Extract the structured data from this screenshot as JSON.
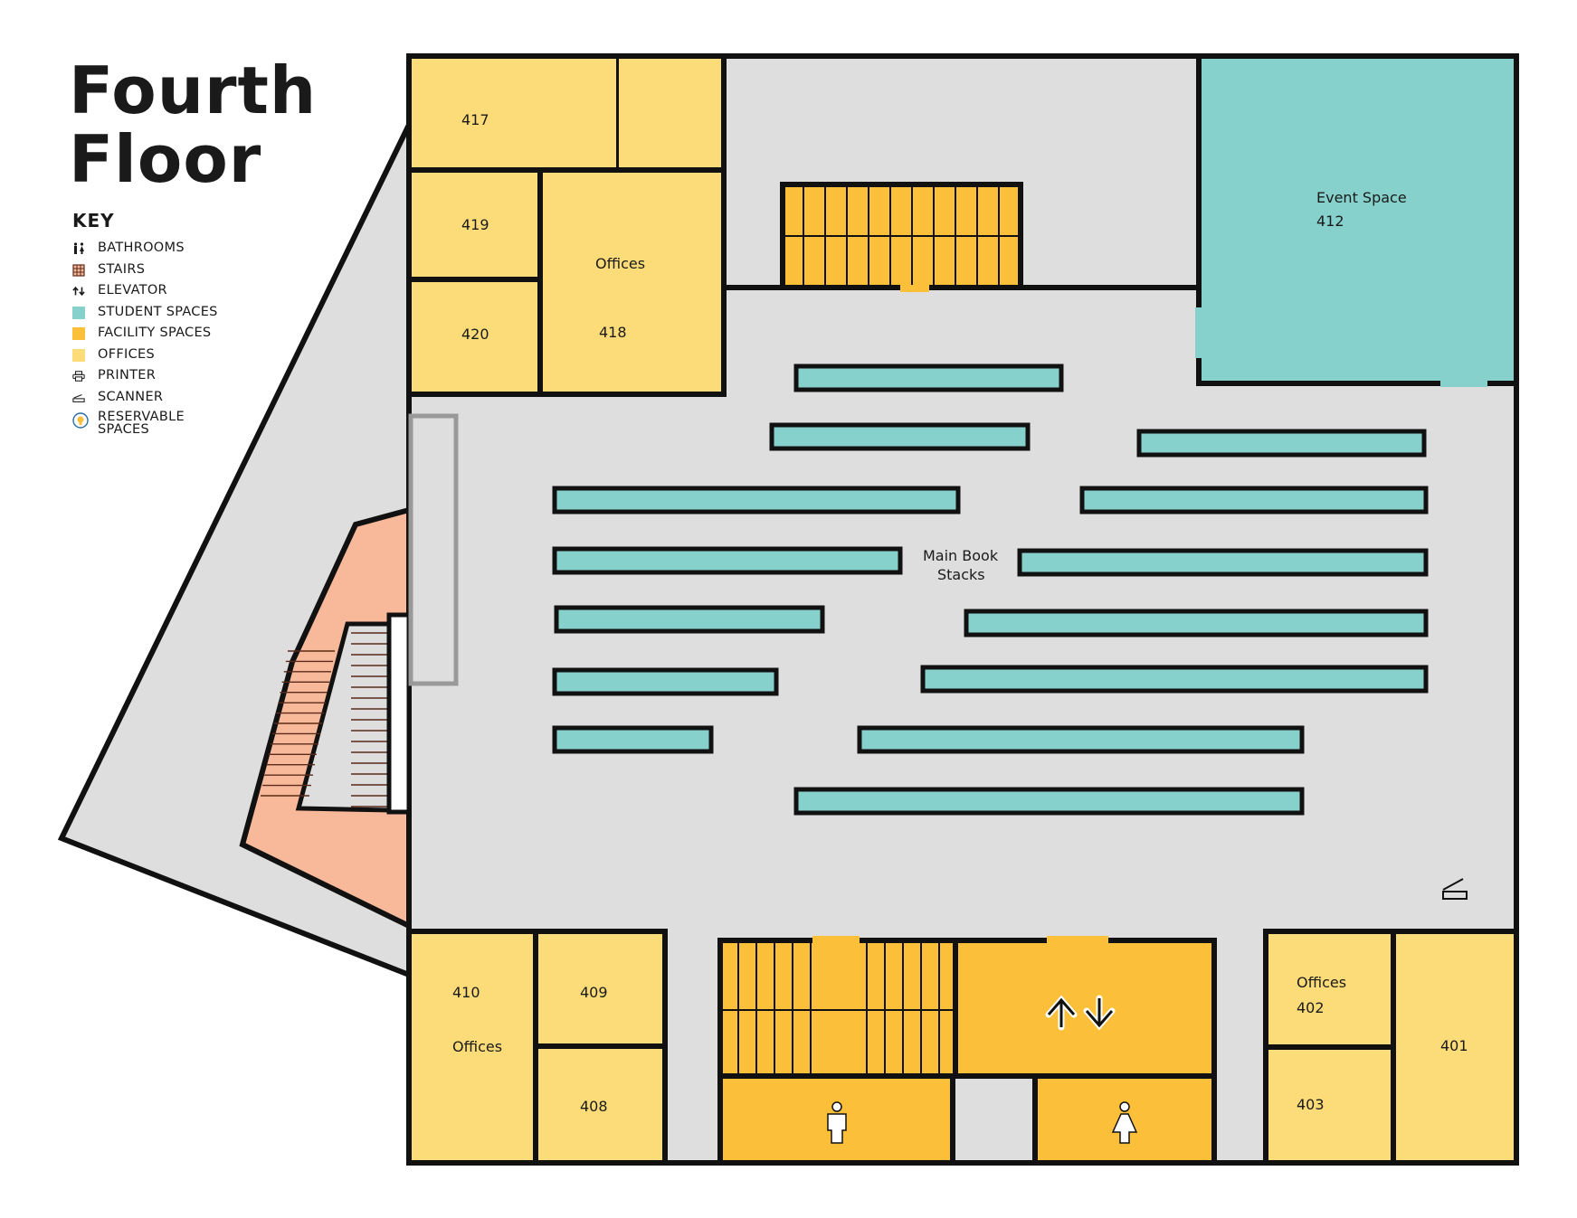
{
  "title": {
    "line1": "Fourth",
    "line2": "Floor"
  },
  "legend": {
    "title": "KEY",
    "items": [
      {
        "label": "BATHROOMS",
        "icon": "bathrooms-icon"
      },
      {
        "label": "STAIRS",
        "icon": "stairs-icon",
        "color": "#8a4b3a"
      },
      {
        "label": "ELEVATOR",
        "icon": "elevator-icon"
      },
      {
        "label": "STUDENT SPACES",
        "color": "#86d1cb"
      },
      {
        "label": "FACILITY SPACES",
        "color": "#fbbf3a"
      },
      {
        "label": "OFFICES",
        "color": "#fcdc78"
      },
      {
        "label": "PRINTER",
        "icon": "printer-icon"
      },
      {
        "label": "SCANNER",
        "icon": "scanner-icon"
      },
      {
        "label": "RESERVABLE\nSPACES",
        "icon": "reservable-icon"
      }
    ]
  },
  "colors": {
    "student": "#86d1cb",
    "facility": "#fbbf3a",
    "offices": "#fcdc78",
    "floor": "#dedede",
    "stair_area": "#f8b99a",
    "outline": "#111111"
  },
  "rooms": {
    "r417": "417",
    "r419": "419",
    "r420": "420",
    "offices_418_label": "Offices",
    "r418": "418",
    "event_space_label": "Event Space",
    "r412": "412",
    "stacks_line1": "Main Book",
    "stacks_line2": "Stacks",
    "r410": "410",
    "offices_410_label": "Offices",
    "r409": "409",
    "r408": "408",
    "offices_402_label": "Offices",
    "r402": "402",
    "r403": "403",
    "r401": "401"
  }
}
